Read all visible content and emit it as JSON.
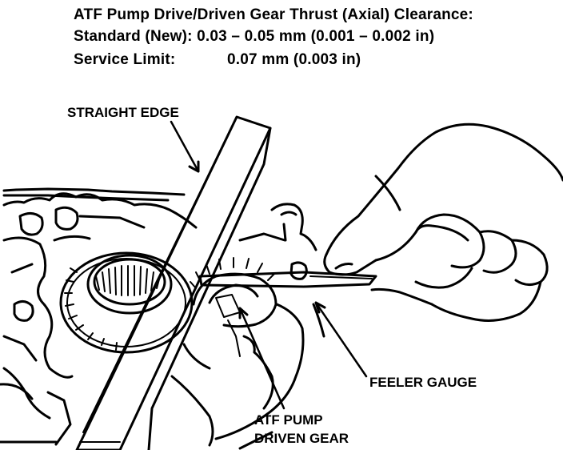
{
  "specs": {
    "title": "ATF Pump Drive/Driven Gear Thrust (Axial) Clearance:",
    "standard": "Standard (New): 0.03 – 0.05 mm (0.001 – 0.002 in)",
    "service_label": "Service Limit:",
    "service_value": "0.07 mm (0.003 in)"
  },
  "callouts": {
    "straight_edge": "STRAIGHT EDGE",
    "feeler_gauge": "FEELER GAUGE",
    "driven_gear_line1": "ATF PUMP",
    "driven_gear_line2": "DRIVEN GEAR"
  }
}
